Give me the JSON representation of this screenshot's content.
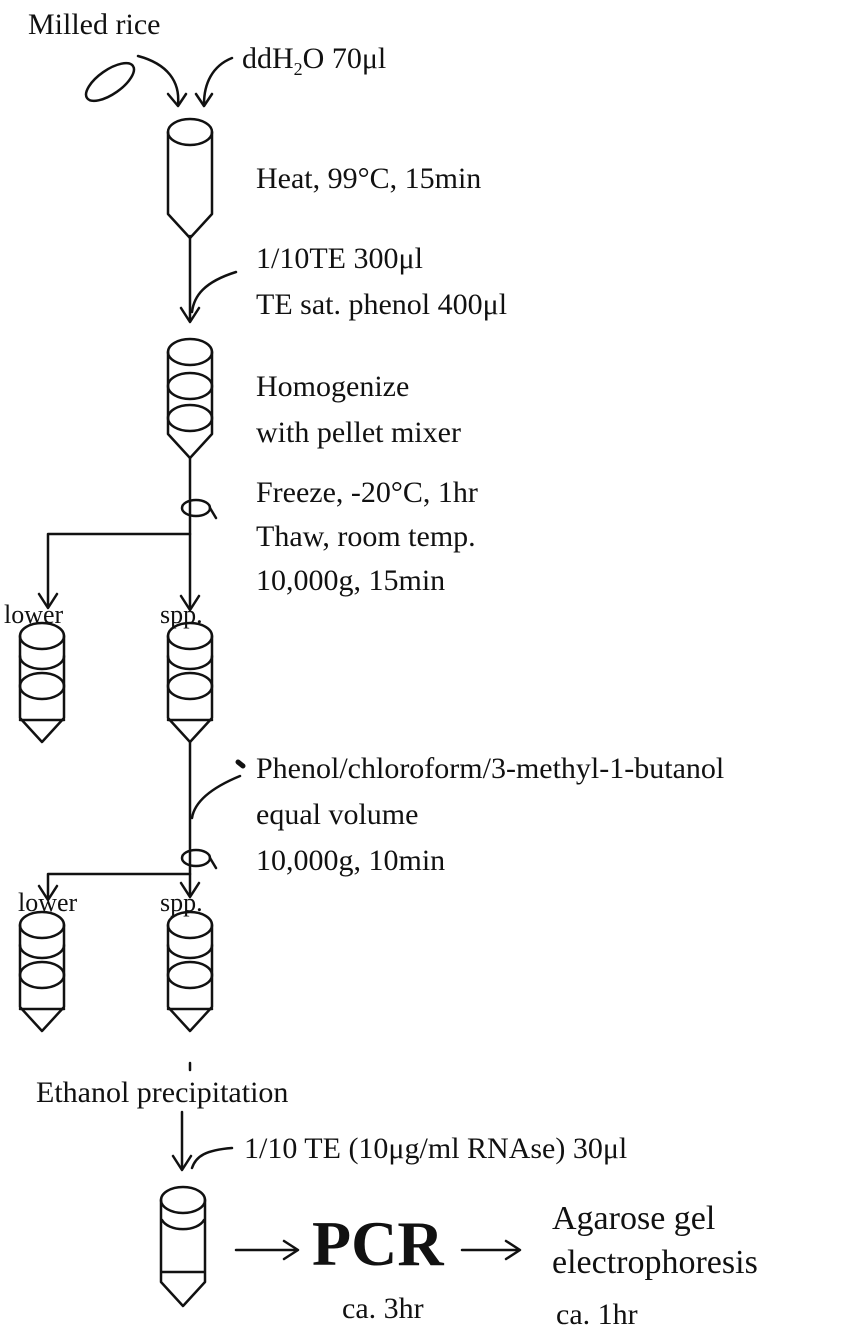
{
  "labels": {
    "milled_rice": "Milled rice",
    "water": "ddH",
    "water_sub": "2",
    "water_rest": "O 70μl",
    "heat": "Heat, 99°C, 15min",
    "te_300": "1/10TE 300μl",
    "phenol_400": "TE sat. phenol 400μl",
    "homogenize": "Homogenize",
    "pellet_mixer": "with pellet mixer",
    "freeze": "Freeze, -20°C, 1hr",
    "thaw": "Thaw, room temp.",
    "spin1": "10,000g, 15min",
    "lower1": "lower",
    "spp1": "spp.",
    "pcia": "Phenol/chloroform/3-methyl-1-butanol",
    "equal_volume": "equal volume",
    "spin2": "10,000g, 10min",
    "lower2": "lower",
    "spp2": "spp.",
    "ethanol": "Ethanol precipitation",
    "rnase": "1/10 TE (10μg/ml RNAse) 30μl",
    "pcr": "PCR",
    "pcr_time": "ca. 3hr",
    "agarose1": "Agarose gel",
    "agarose2": "electrophoresis",
    "agarose_time": "ca. 1hr"
  }
}
